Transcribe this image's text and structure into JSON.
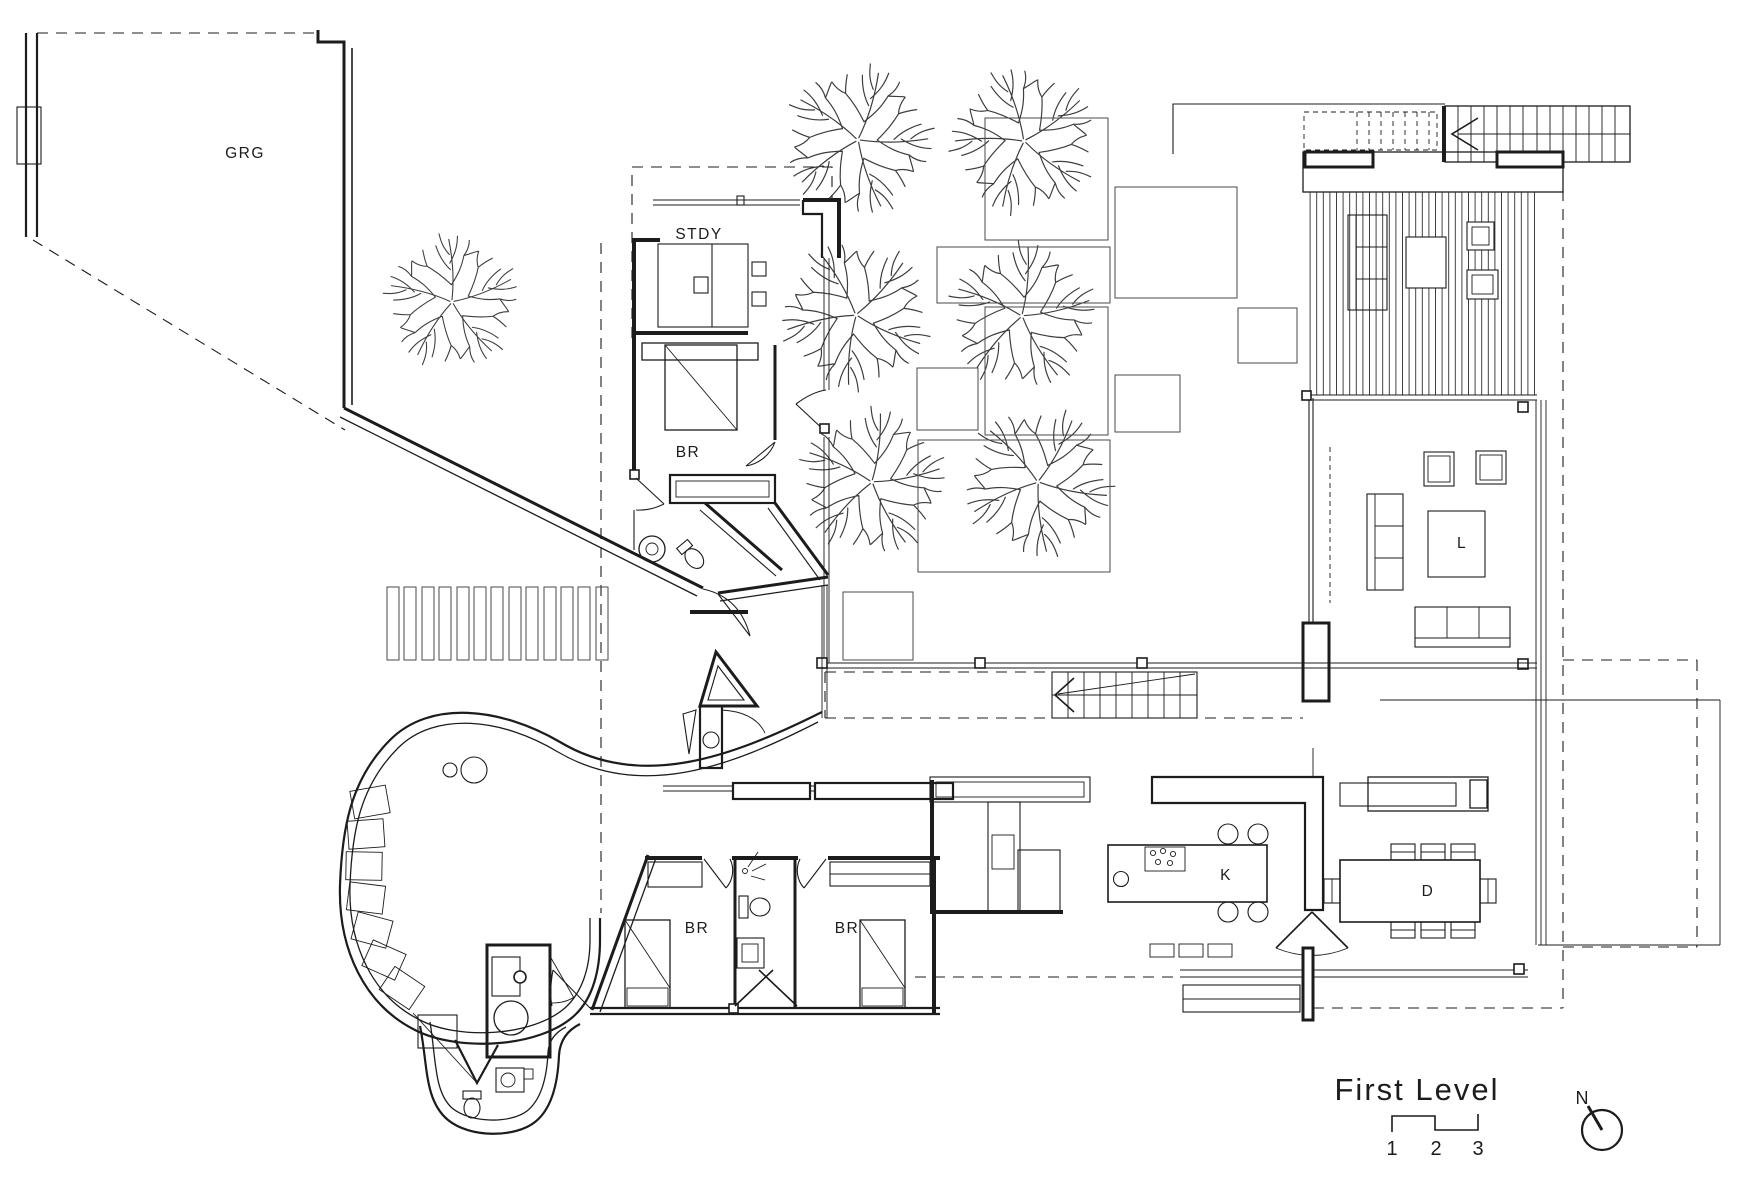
{
  "drawing": {
    "title": "First Level",
    "north_label": "N",
    "scale_bar": {
      "ticks": [
        "1",
        "2",
        "3"
      ]
    },
    "ink_color": "#1c1c1c",
    "background_color": "#ffffff"
  },
  "rooms": {
    "garage": "GRG",
    "study": "STDY",
    "bedroom_study_wing": "BR",
    "bedroom_left": "BR",
    "bedroom_right": "BR",
    "kitchen": "K",
    "dining": "D",
    "living": "L"
  }
}
